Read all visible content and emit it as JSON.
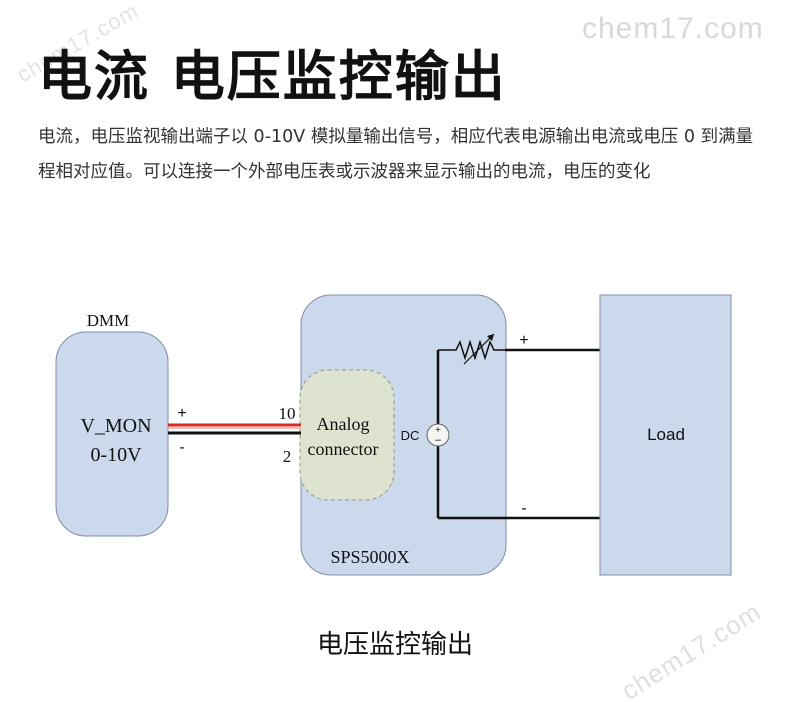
{
  "header": {
    "title": "电流 电压监控输出",
    "description": "电流，电压监视输出端子以 0-10V 模拟量输出信号，相应代表电源输出电流或电压 0 到满量程相对应值。可以连接一个外部电压表或示波器来显示输出的电流，电压的变化"
  },
  "watermark": {
    "text": "chem17.com"
  },
  "diagram": {
    "dmm": {
      "title": "DMM",
      "line1": "V_MON",
      "line2": "0-10V",
      "plus": "+",
      "minus": "-"
    },
    "connector": {
      "label_line1": "Analog",
      "label_line2": "connector",
      "pin_top": "10",
      "pin_bottom": "2"
    },
    "supply": {
      "name": "SPS5000X",
      "dc_label": "DC",
      "plus": "+",
      "minus": "-"
    },
    "load": {
      "label": "Load"
    },
    "colors": {
      "box_fill": "#ccd9ec",
      "connector_fill": "#dde3cf",
      "wire_red": "#d62a24",
      "wire_black": "#111111"
    }
  },
  "caption": "电压监控输出"
}
